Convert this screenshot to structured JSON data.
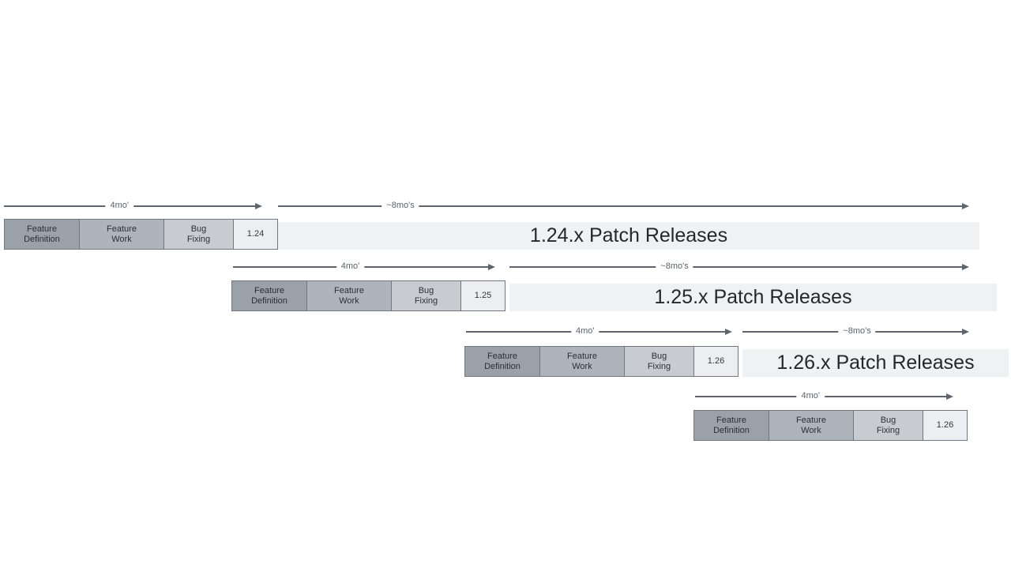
{
  "diagram": {
    "title": "release-cadence-timeline",
    "colors": {
      "phase_definition": "#9aa1a8",
      "phase_work": "#aeb4bb",
      "phase_bugfix": "#c8ccd1",
      "version_box": "#eceef1",
      "patch_bar": "#f0f1f3",
      "box_border": "#70777e",
      "arrow": "#5e656d",
      "label_text": "#5c636b",
      "box_text": "#2b3036",
      "patch_text": "#24282c"
    },
    "rows": [
      {
        "version": "1.24",
        "dev_duration_label": "4mo'",
        "patch_duration_label": "~8mo's",
        "phases": {
          "definition": "Feature\nDefinition",
          "work": "Feature\nWork",
          "bugfix": "Bug\nFixing"
        },
        "patch_bar_label": "1.24.x Patch Releases"
      },
      {
        "version": "1.25",
        "dev_duration_label": "4mo'",
        "patch_duration_label": "~8mo's",
        "phases": {
          "definition": "Feature\nDefinition",
          "work": "Feature\nWork",
          "bugfix": "Bug\nFixing"
        },
        "patch_bar_label": "1.25.x Patch Releases"
      },
      {
        "version": "1.26",
        "dev_duration_label": "4mo'",
        "patch_duration_label": "~8mo's",
        "phases": {
          "definition": "Feature\nDefinition",
          "work": "Feature\nWork",
          "bugfix": "Bug\nFixing"
        },
        "patch_bar_label": "1.26.x Patch Releases"
      },
      {
        "version": "1.26",
        "dev_duration_label": "4mo'",
        "phases": {
          "definition": "Feature\nDefinition",
          "work": "Feature\nWork",
          "bugfix": "Bug\nFixing"
        }
      }
    ]
  }
}
